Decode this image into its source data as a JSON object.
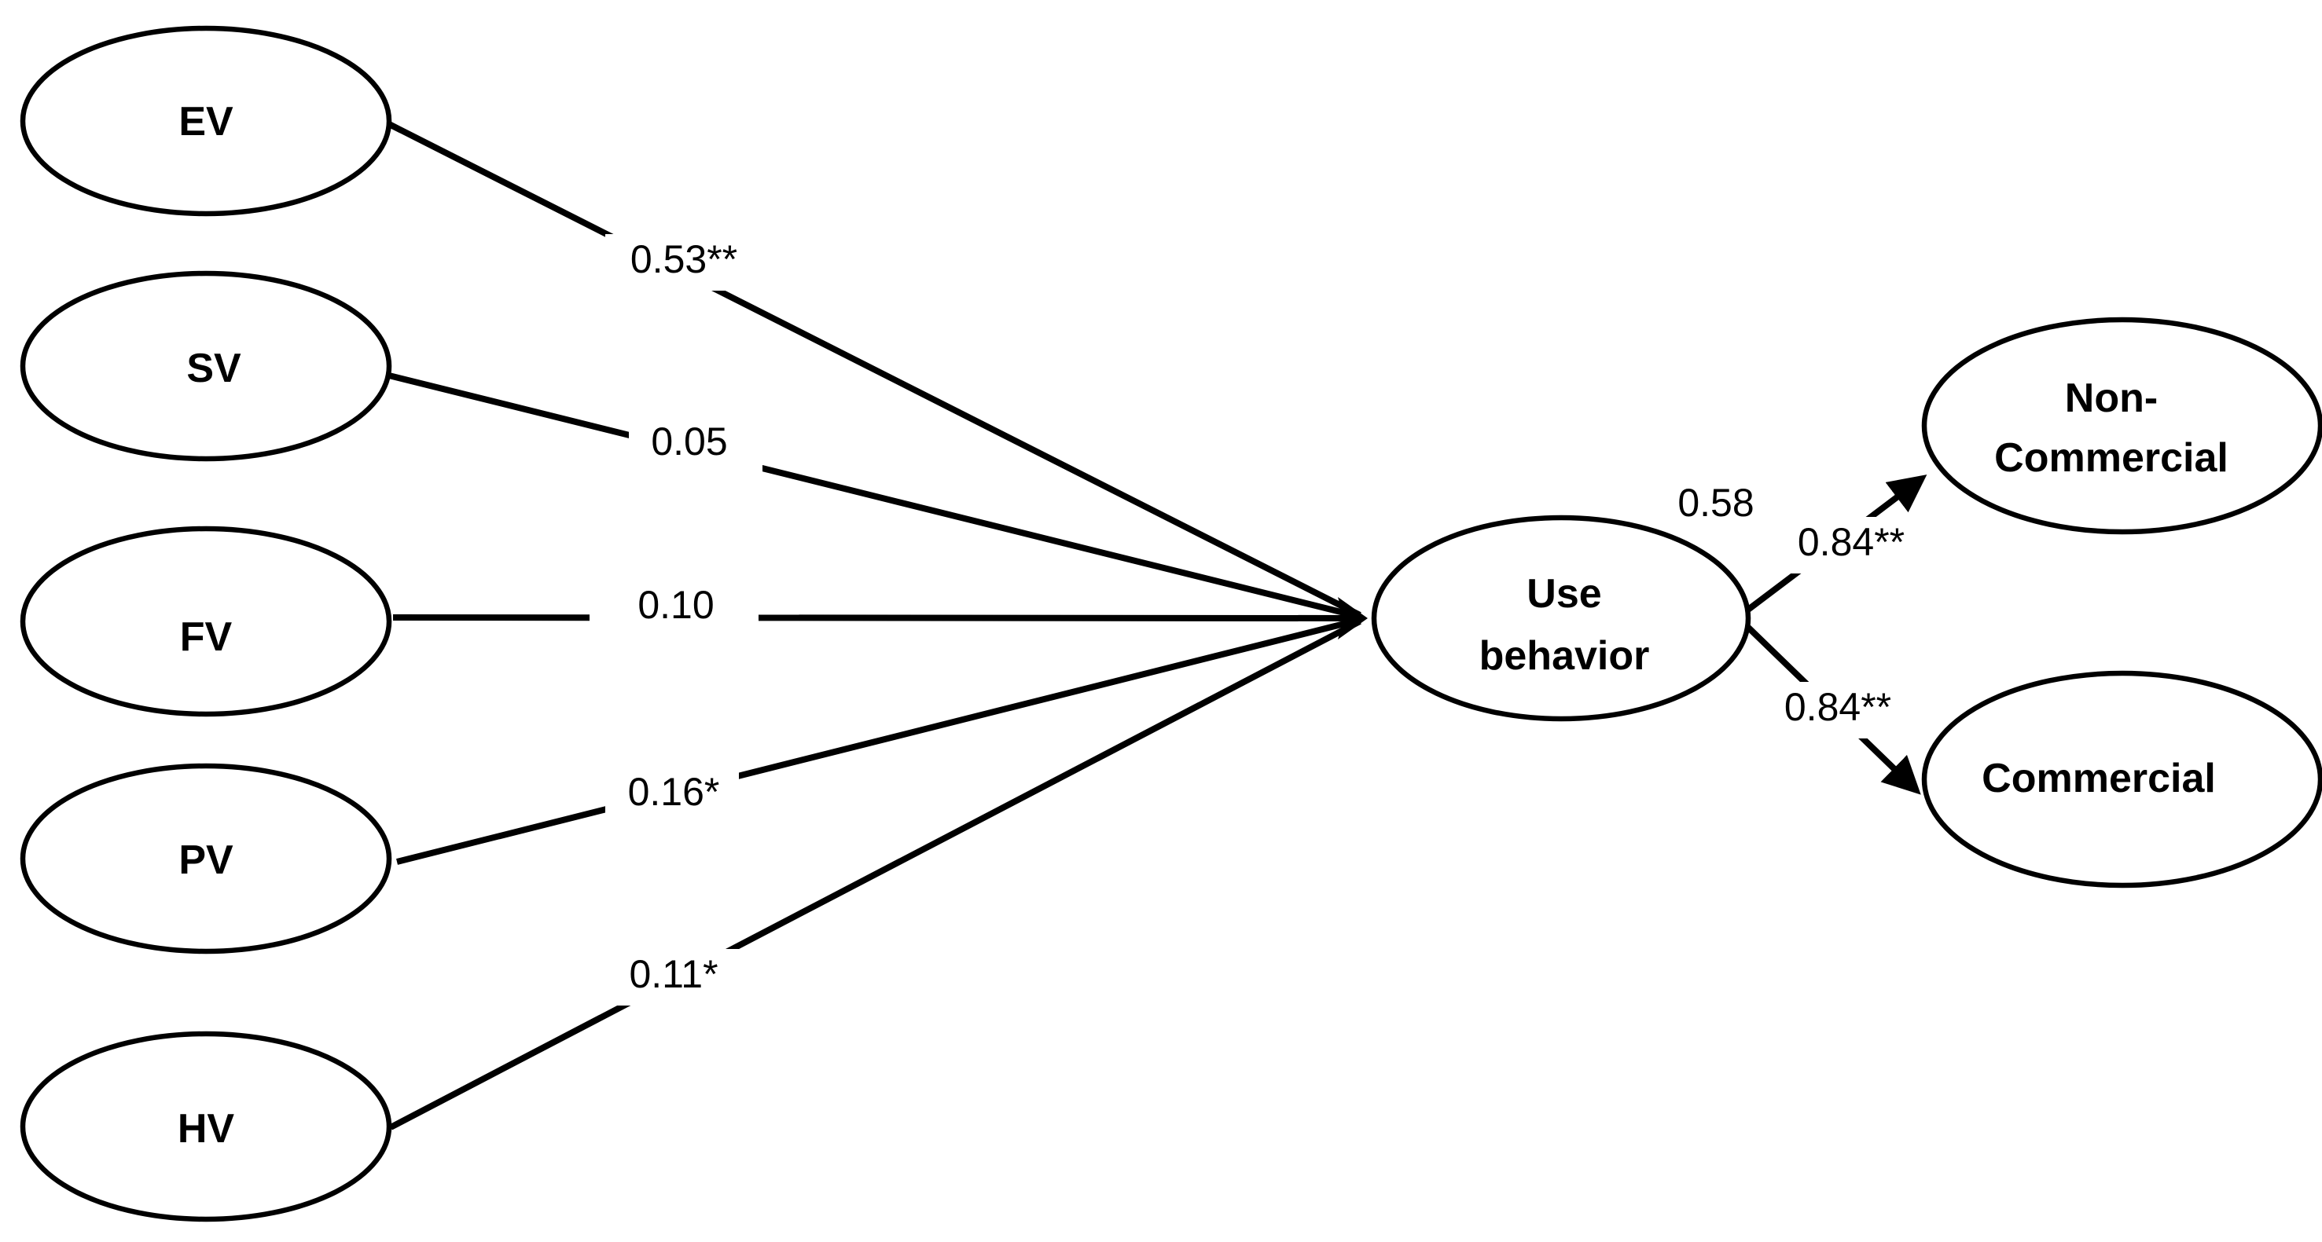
{
  "nodes": {
    "ev": {
      "lines": [
        "EV"
      ]
    },
    "sv": {
      "lines": [
        "SV"
      ]
    },
    "fv": {
      "lines": [
        "FV"
      ]
    },
    "pv": {
      "lines": [
        "PV"
      ]
    },
    "hv": {
      "lines": [
        "HV"
      ]
    },
    "use": {
      "lines": [
        "Use",
        "behavior"
      ]
    },
    "noncom": {
      "lines": [
        "Non-",
        "Commercial"
      ]
    },
    "com": {
      "lines": [
        "Commercial"
      ]
    }
  },
  "edges": [
    {
      "from": "ev",
      "to": "use",
      "label": "0.53**"
    },
    {
      "from": "sv",
      "to": "use",
      "label": "0.05"
    },
    {
      "from": "fv",
      "to": "use",
      "label": "0.10"
    },
    {
      "from": "pv",
      "to": "use",
      "label": "0.16*"
    },
    {
      "from": "hv",
      "to": "use",
      "label": "0.11*"
    },
    {
      "from": "use",
      "to": "noncom",
      "label": "0.84**"
    },
    {
      "from": "use",
      "to": "com",
      "label": "0.84**"
    }
  ],
  "annotations": {
    "r_squared": "0.58"
  }
}
